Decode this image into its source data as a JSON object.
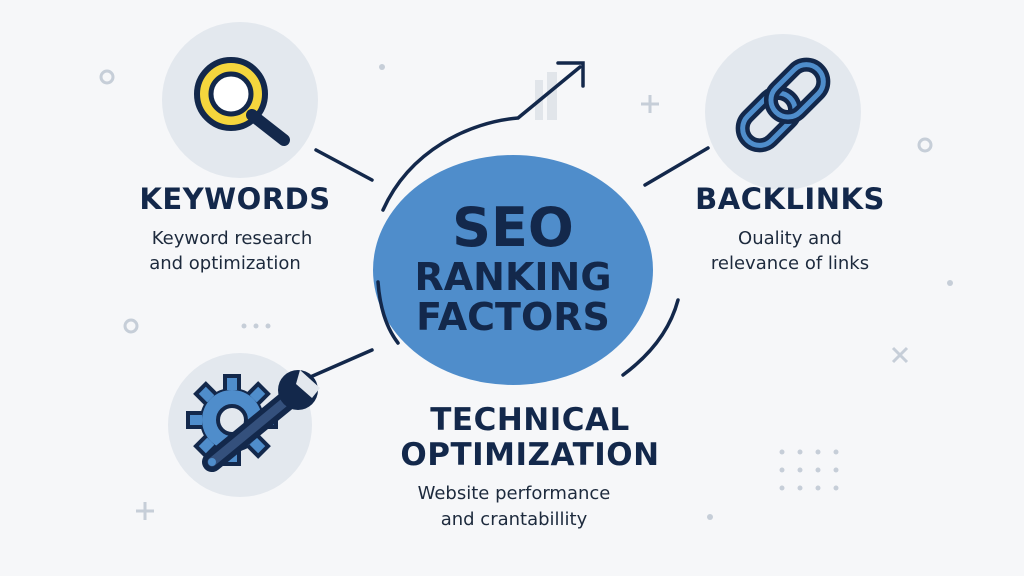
{
  "center": {
    "line1": "SEO",
    "line2": "RANKING",
    "line3": "FACTORS"
  },
  "keywords": {
    "title": "KEYWORDS",
    "desc1": "Keyword research",
    "desc2": "and optimization",
    "icon": "magnifier-icon"
  },
  "backlinks": {
    "title": "BACKLINKS",
    "desc1": "Ouality and",
    "desc2": "relevance of links",
    "icon": "chain-link-icon"
  },
  "technical": {
    "title1": "TECHNICAL",
    "title2": "OPTIMIZATION",
    "desc1": "Website performance",
    "desc2": "and crantabillity",
    "icon": "gear-wrench-icon"
  },
  "colors": {
    "navy": "#13284b",
    "blue": "#4f8dcb",
    "yellow": "#f5d63d",
    "icon_bg": "#e3e8ee"
  }
}
